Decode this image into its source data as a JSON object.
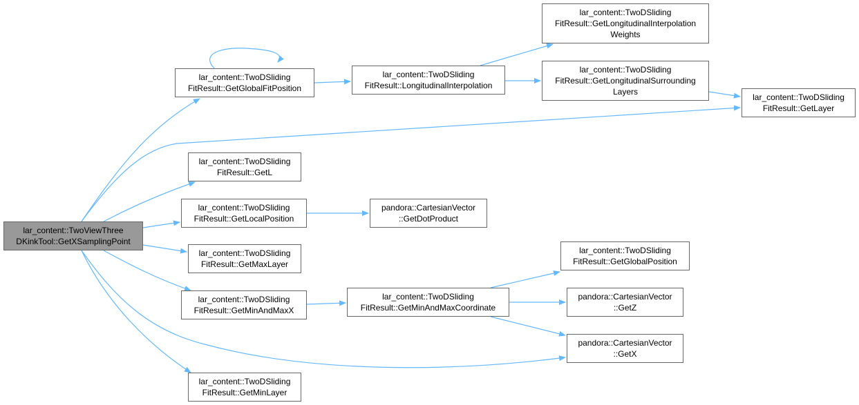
{
  "colors": {
    "edge": "#63b8ff",
    "node_border": "#666666",
    "root_fill": "#999999",
    "node_fill": "#ffffff"
  },
  "nodes": {
    "root": {
      "lines": [
        "lar_content::TwoViewThree",
        "DKinkTool::GetXSamplingPoint"
      ]
    },
    "ggfp": {
      "lines": [
        "lar_content::TwoDSliding",
        "FitResult::GetGlobalFitPosition"
      ]
    },
    "li": {
      "lines": [
        "lar_content::TwoDSliding",
        "FitResult::LongitudinalInterpolation"
      ]
    },
    "gliw": {
      "lines": [
        "lar_content::TwoDSliding",
        "FitResult::GetLongitudinalInterpolation",
        "Weights"
      ]
    },
    "glsl": {
      "lines": [
        "lar_content::TwoDSliding",
        "FitResult::GetLongitudinalSurrounding",
        "Layers"
      ]
    },
    "gl": {
      "lines": [
        "lar_content::TwoDSliding",
        "FitResult::GetLayer"
      ]
    },
    "getl": {
      "lines": [
        "lar_content::TwoDSliding",
        "FitResult::GetL"
      ]
    },
    "glp": {
      "lines": [
        "lar_content::TwoDSliding",
        "FitResult::GetLocalPosition"
      ]
    },
    "gdp": {
      "lines": [
        "pandora::CartesianVector",
        "::GetDotProduct"
      ]
    },
    "gmaxl": {
      "lines": [
        "lar_content::TwoDSliding",
        "FitResult::GetMaxLayer"
      ]
    },
    "gggp": {
      "lines": [
        "lar_content::TwoDSliding",
        "FitResult::GetGlobalPosition"
      ]
    },
    "gmamx": {
      "lines": [
        "lar_content::TwoDSliding",
        "FitResult::GetMinAndMaxX"
      ]
    },
    "gmamc": {
      "lines": [
        "lar_content::TwoDSliding",
        "FitResult::GetMinAndMaxCoordinate"
      ]
    },
    "getz": {
      "lines": [
        "pandora::CartesianVector",
        "::GetZ"
      ]
    },
    "getx": {
      "lines": [
        "pandora::CartesianVector",
        "::GetX"
      ]
    },
    "gminl": {
      "lines": [
        "lar_content::TwoDSliding",
        "FitResult::GetMinLayer"
      ]
    }
  },
  "edges": [
    [
      "root",
      "ggfp"
    ],
    [
      "ggfp",
      "ggfp"
    ],
    [
      "ggfp",
      "li"
    ],
    [
      "li",
      "gliw"
    ],
    [
      "li",
      "glsl"
    ],
    [
      "glsl",
      "gl"
    ],
    [
      "root",
      "gl"
    ],
    [
      "root",
      "getl"
    ],
    [
      "root",
      "glp"
    ],
    [
      "glp",
      "gdp"
    ],
    [
      "root",
      "gmaxl"
    ],
    [
      "root",
      "gmamx"
    ],
    [
      "gmamx",
      "gmamc"
    ],
    [
      "gmamc",
      "gggp"
    ],
    [
      "gmamc",
      "getz"
    ],
    [
      "gmamc",
      "getx"
    ],
    [
      "root",
      "getx"
    ],
    [
      "root",
      "gminl"
    ]
  ]
}
